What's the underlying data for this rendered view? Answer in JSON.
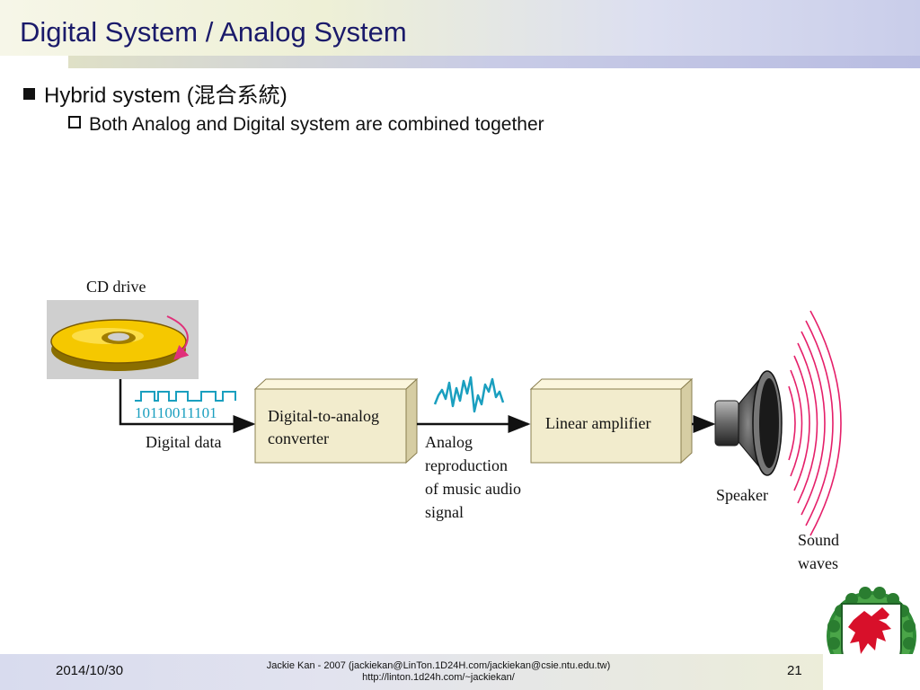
{
  "slide": {
    "title": "Digital System / Analog System",
    "bullet1": "Hybrid system (",
    "bullet1_cjk": "混合系統",
    "bullet1_end": ")",
    "bullet2": "Both Analog and Digital system are combined together"
  },
  "diagram": {
    "cd_drive": "CD drive",
    "bits": "10110011101",
    "digital_data": "Digital data",
    "dac_line1": "Digital-to-analog",
    "dac_line2": "converter",
    "analog_lines": [
      "Analog",
      "reproduction",
      "of music audio",
      "signal"
    ],
    "amplifier": "Linear amplifier",
    "speaker": "Speaker",
    "sound_lines": [
      "Sound",
      "waves"
    ]
  },
  "footer": {
    "date": "2014/10/30",
    "credit_line1": "Jackie Kan - 2007 (jackiekan@LinTon.1D24H.com/jackiekan@csie.ntu.edu.tw)",
    "credit_line2": "http://linton.1d24h.com/~jackiekan/",
    "page": "21"
  },
  "colors": {
    "title_text": "#1a1a6a",
    "box_fill": "#f2eccd",
    "disc_gold": "#f5c800",
    "arrow_pink": "#e0307a",
    "signal_cyan": "#1a9fbf",
    "wave_pink": "#e5206a",
    "logo_red": "#d8102a",
    "logo_green": "#2f8a36"
  }
}
